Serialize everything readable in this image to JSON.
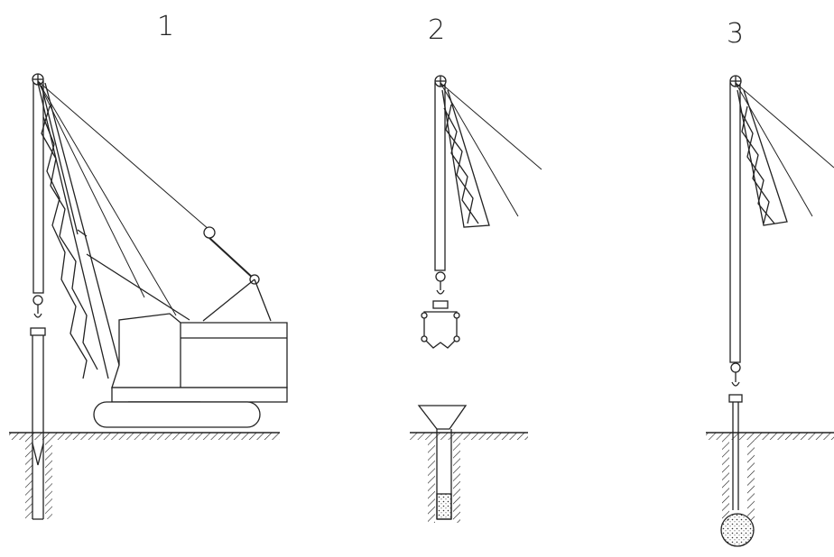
{
  "figure": {
    "steps": [
      {
        "label": "1"
      },
      {
        "label": "2"
      },
      {
        "label": "3"
      }
    ],
    "colors": {
      "line": "#222222",
      "hatch": "#222222",
      "background": "#ffffff",
      "fill": "#f2f2f2"
    }
  }
}
